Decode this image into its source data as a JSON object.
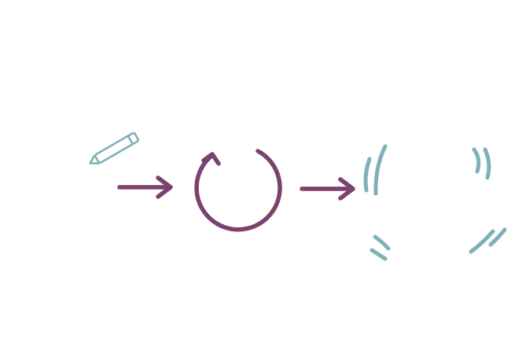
{
  "diagram": {
    "steps": [
      {
        "icon": "pencil-icon"
      },
      {
        "icon": "refresh-cycle-icon"
      },
      {
        "icon": "radiating-arcs-icon"
      }
    ],
    "connectors": [
      {
        "from": 0,
        "to": 1,
        "icon": "arrow-right-icon"
      },
      {
        "from": 1,
        "to": 2,
        "icon": "arrow-right-icon"
      }
    ]
  },
  "colors": {
    "accent": "#7a426f",
    "teal": "#7fb0b9",
    "background": "#ffffff"
  }
}
